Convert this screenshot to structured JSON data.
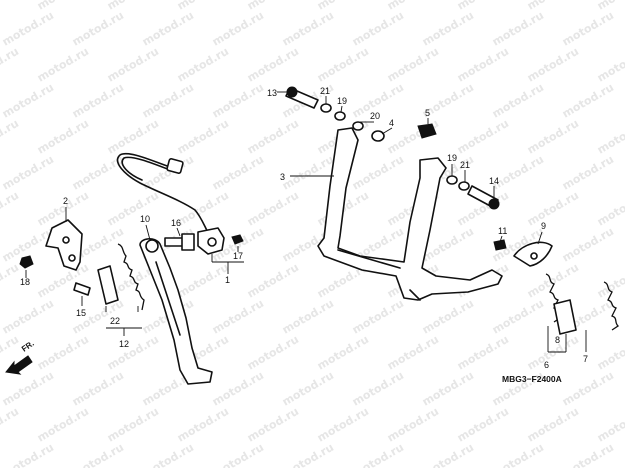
{
  "diagram": {
    "code": "MBG3−F2400A",
    "direction_label": "FR.",
    "watermark_text": "motod.ru",
    "callouts": [
      {
        "id": "c13",
        "text": "13"
      },
      {
        "id": "c21a",
        "text": "21"
      },
      {
        "id": "c19a",
        "text": "19"
      },
      {
        "id": "c20",
        "text": "20"
      },
      {
        "id": "c4",
        "text": "4"
      },
      {
        "id": "c5",
        "text": "5"
      },
      {
        "id": "c3",
        "text": "3"
      },
      {
        "id": "c19b",
        "text": "19"
      },
      {
        "id": "c21b",
        "text": "21"
      },
      {
        "id": "c14",
        "text": "14"
      },
      {
        "id": "c2",
        "text": "2"
      },
      {
        "id": "c18",
        "text": "18"
      },
      {
        "id": "c15",
        "text": "15"
      },
      {
        "id": "c10",
        "text": "10"
      },
      {
        "id": "c16",
        "text": "16"
      },
      {
        "id": "c17",
        "text": "17"
      },
      {
        "id": "c1",
        "text": "1"
      },
      {
        "id": "c22",
        "text": "22"
      },
      {
        "id": "c12",
        "text": "12"
      },
      {
        "id": "c9",
        "text": "9"
      },
      {
        "id": "c11",
        "text": "11"
      },
      {
        "id": "c8",
        "text": "8"
      },
      {
        "id": "c6",
        "text": "6"
      },
      {
        "id": "c7",
        "text": "7"
      }
    ]
  }
}
